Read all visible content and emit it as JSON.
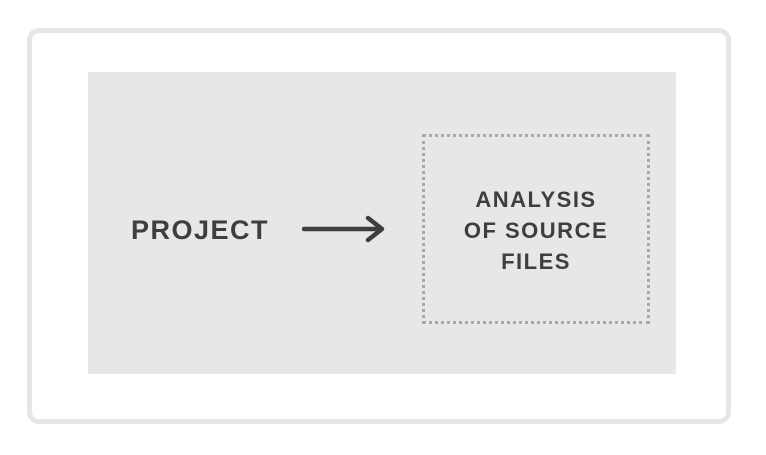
{
  "diagram": {
    "source_label": "PROJECT",
    "target_label_lines": [
      "ANALYSIS",
      "OF SOURCE",
      "FILES"
    ],
    "arrow_icon": "arrow-right-icon",
    "colors": {
      "frame_border": "#e6e6e6",
      "panel_background": "#e7e7e8",
      "text": "#3d3e40",
      "dotted_border": "#a9a9ab"
    }
  }
}
